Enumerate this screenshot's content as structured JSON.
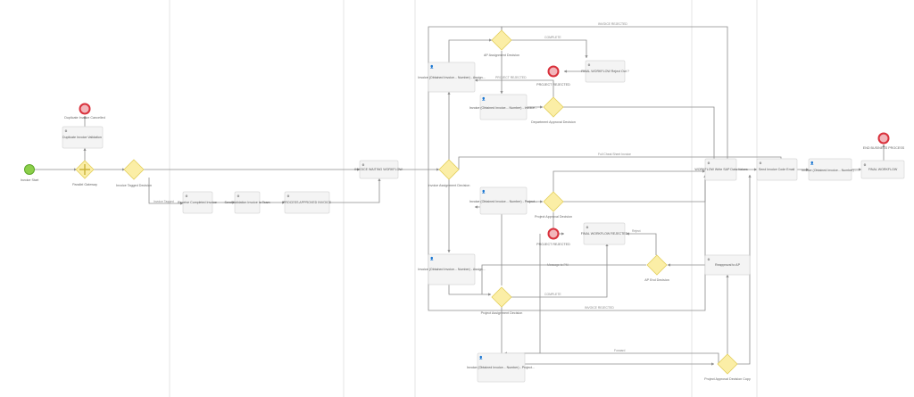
{
  "events": {
    "start": "Invoice Start",
    "end_duplicate": "Duplicate Invoice Cancelled",
    "end_project_rejected_1": "PROJECT REJECTED",
    "end_project_rejected_2": "PROJECT REJECTED",
    "end_final": "END BUSINESS PROCESS"
  },
  "tasks": {
    "duplicate_validation": "Duplicate Invoice Validation",
    "receive_completed": "Receive Completed Invoice",
    "send_validation": "Send Validation Invoice to Team",
    "process_approved": "PROCESS APPROVED INVOICE",
    "invoice_waiting": "INVOICE WAITING WORKFLOW",
    "ap_review": "Invoice (Obtained Invoice... Number) - Assign...",
    "dept_review": "Invoice (Obtained Invoice... Number) - Invoice...",
    "final_workflow_reject": "FINAL WORKFLOW Reject Out ?",
    "project_review": "Invoice (Obtained Invoice... Number) - Project...",
    "final_workflow_reject2": "FINAL WORKFLOW REJECTED",
    "pm_review": "Invoice (Obtained Invoice... Number) - Assign...",
    "project_review_2": "Invoice (Obtained Invoice... Number) - Project...",
    "workflow_write": "WORKFLOW Write SAP Data Values",
    "send_invoice": "Send Invoice Code Email",
    "invoice_final": "Invoice (Obtained Invoice... Number) -...",
    "final_workflow": "FINAL WORKFLOW",
    "reapprove": "Reapproval to AP"
  },
  "gateways": {
    "parallel": "Parallel Gateway",
    "invoice_tagged": "Invoice Tagged Decision",
    "invoice_assignment": "Invoice Assignment Decision",
    "ap_decision": "AP Assignment Decision",
    "dept_decision": "Department Approval Decision",
    "project_decision": "Project Approval Decision",
    "pm_decision": "Project Assignment Decision",
    "ap_end": "AP End Decision",
    "project_copy": "Project Approval Decision Copy"
  },
  "flows": {
    "invoice_tagged": "Invoice Tagged",
    "complete": "COMPLETE",
    "invoice_rejected": "INVOICE REJECTED",
    "project_rejected": "PROJECT REJECTED",
    "full_cheat_sheet": "Full Cheat Sheet Invoice",
    "reject": "Reject",
    "message_to_pm": "Message to PM",
    "forward": "Forward"
  },
  "colors": {
    "start_event": "#8ccf4a",
    "end_event": "#d9313c",
    "gateway_fill": "#fbeea6",
    "task_fill": "#f4f4f4",
    "flow": "#8c8c8c"
  }
}
